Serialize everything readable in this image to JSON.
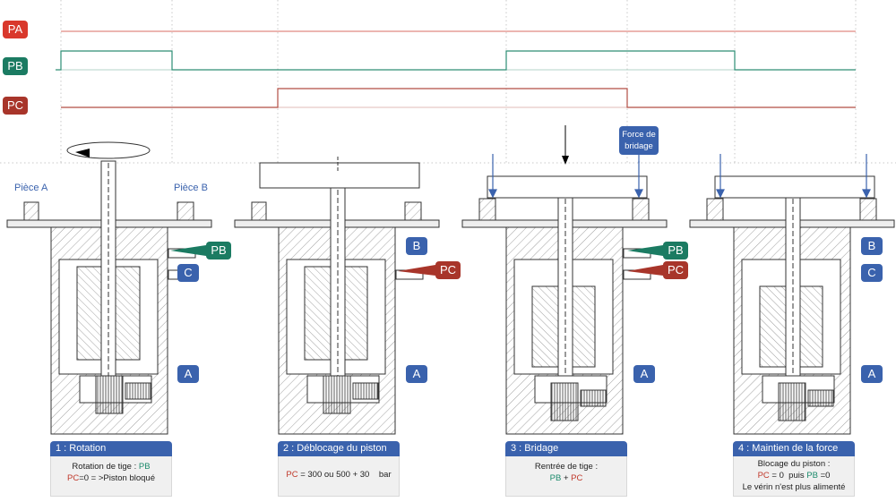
{
  "signals": [
    {
      "label": "PA",
      "color": "#d9382c"
    },
    {
      "label": "PB",
      "color": "#1b7b62"
    },
    {
      "label": "PC",
      "color": "#a8352a"
    }
  ],
  "piece_labels": {
    "a": "Pièce A",
    "b": "Pièce B"
  },
  "port_labels": {
    "a": "A",
    "b": "B",
    "c": "C",
    "pb": "PB",
    "pc": "PC"
  },
  "force_callout": {
    "line1": "Force de",
    "line2": "bridage"
  },
  "steps": [
    {
      "title": "1 : Rotation",
      "l1_pre": "Rotation de tige : ",
      "l1_g": "PB",
      "l2_r": "PC",
      "l2_post": "=0 = >Piston bloqué"
    },
    {
      "title": "2 : Déblocage du piston",
      "l1_r": "PC",
      "l1_post": " = 300 ou 500 + 30    bar"
    },
    {
      "title": "3 : Bridage",
      "l1": "Rentrée de tige :",
      "l2_g": "PB",
      "l2_mid": " + ",
      "l2_r": "PC"
    },
    {
      "title": "4 : Maintien de la force",
      "l1": "Blocage du piston :",
      "l2_r": "PC",
      "l2_a": " = 0  puis ",
      "l2_g": "PB",
      "l2_b": " =0",
      "l3": "Le vérin n'est plus alimenté"
    }
  ],
  "colors": {
    "blue": "#3a62ad",
    "green": "#1b7b62",
    "red": "#a8352a"
  }
}
